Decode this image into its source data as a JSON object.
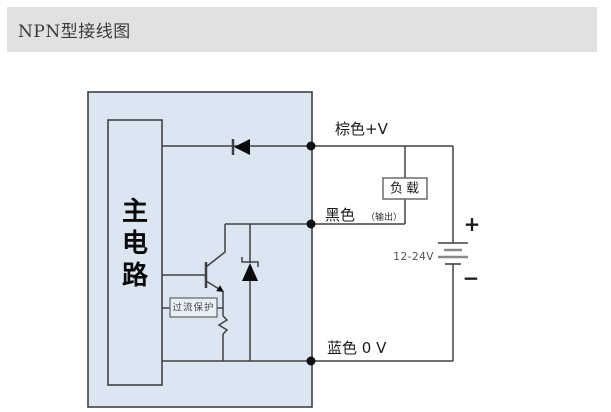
{
  "header": {
    "title": "NPN型接线图"
  },
  "diagram": {
    "main_circuit_chars": [
      "主",
      "电",
      "路"
    ],
    "overcurrent_label": "过流保护",
    "load_label": "负载",
    "wire_labels": {
      "brown": "棕色+V",
      "black": "黑色",
      "black_note": "（输出）",
      "blue": "蓝色 0 V"
    },
    "battery": {
      "voltage": "12-24V",
      "plus": "+",
      "minus": "−"
    },
    "colors": {
      "header_bg": "#E1E1E1",
      "sensor_body_fill": "#DCE6F2",
      "line": "#404040",
      "junction_dot": "#111111"
    }
  }
}
